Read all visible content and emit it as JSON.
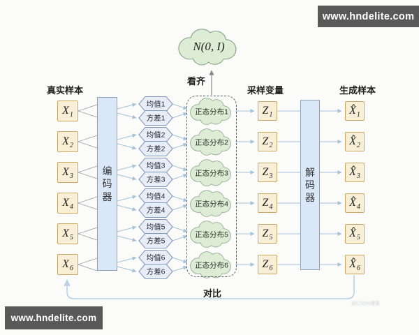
{
  "watermarks": {
    "top_right": "www.hndelite.com",
    "bottom_left": "www.hndelite.com",
    "faint_corner": "@CSDN博客"
  },
  "headers": {
    "real_samples": "真实样本",
    "sampling_variables": "采样变量",
    "generated_samples": "生成样本",
    "align": "看齐",
    "compare": "对比"
  },
  "modules": {
    "encoder": "编码器",
    "decoder": "解码器",
    "prior_distribution": "N(0, I)"
  },
  "rows": [
    {
      "x_base": "X",
      "x_sub": "1",
      "mean": "均值1",
      "variance": "方差1",
      "distribution": "正态分布1",
      "z_base": "Z",
      "z_sub": "1",
      "xhat_base": "X̂",
      "xhat_sub": "1"
    },
    {
      "x_base": "X",
      "x_sub": "2",
      "mean": "均值2",
      "variance": "方差2",
      "distribution": "正态分布2",
      "z_base": "Z",
      "z_sub": "2",
      "xhat_base": "X̂",
      "xhat_sub": "2"
    },
    {
      "x_base": "X",
      "x_sub": "3",
      "mean": "均值3",
      "variance": "方差3",
      "distribution": "正态分布3",
      "z_base": "Z",
      "z_sub": "3",
      "xhat_base": "X̂",
      "xhat_sub": "3"
    },
    {
      "x_base": "X",
      "x_sub": "4",
      "mean": "均值4",
      "variance": "方差4",
      "distribution": "正态分布4",
      "z_base": "Z",
      "z_sub": "4",
      "xhat_base": "X̂",
      "xhat_sub": "4"
    },
    {
      "x_base": "X",
      "x_sub": "5",
      "mean": "均值5",
      "variance": "方差5",
      "distribution": "正态分布5",
      "z_base": "Z",
      "z_sub": "5",
      "xhat_base": "X̂",
      "xhat_sub": "5"
    },
    {
      "x_base": "X",
      "x_sub": "6",
      "mean": "均值6",
      "variance": "方差6",
      "distribution": "正态分布6",
      "z_base": "Z",
      "z_sub": "6",
      "xhat_base": "X̂",
      "xhat_sub": "6"
    }
  ],
  "colors": {
    "sample_box_fill": "#f8efd6",
    "sample_box_border": "#c9a865",
    "module_fill": "#dae7f6",
    "module_border": "#8fa0bb",
    "hexagon_fill": "#e7eef8",
    "hexagon_border": "#8496ba",
    "cloud_fill": "#ddecd5",
    "cloud_border": "#8aa489",
    "flow_arrow": "#a5c2da",
    "compare_line": "#b7d2e6",
    "watermark_bar": "#595959"
  }
}
